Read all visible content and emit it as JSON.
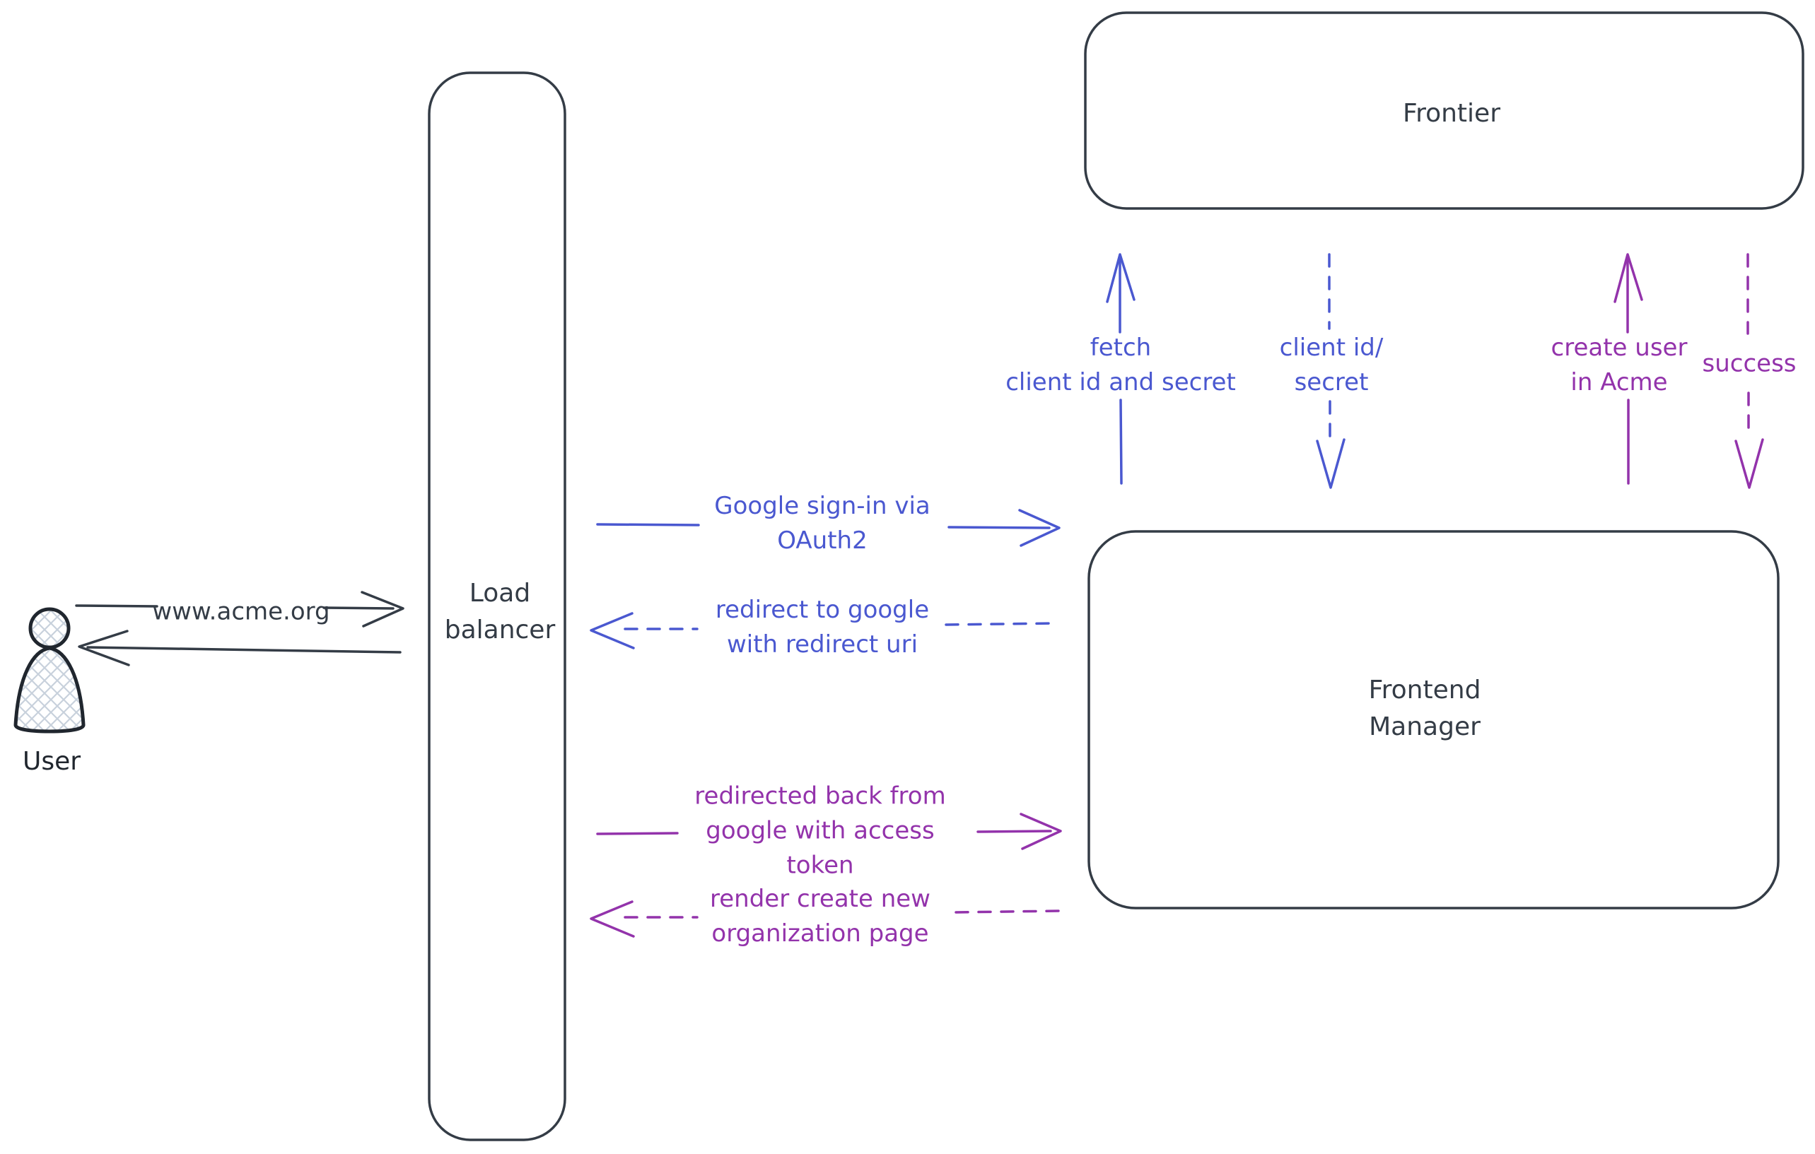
{
  "diagram_title": "",
  "colors": {
    "ink": "#343c46",
    "ink_strong": "#20262e",
    "blue": "#4a58d0",
    "purple": "#9333ab",
    "hatch": "#c8d1dc",
    "background": "#ffffff"
  },
  "nodes": {
    "user": {
      "label": "User",
      "shape": "person"
    },
    "load_balancer": {
      "label": "Load\nbalancer",
      "shape": "rounded-rect"
    },
    "frontier": {
      "label": "Frontier",
      "shape": "rounded-rect"
    },
    "frontend_manager": {
      "label": "Frontend\nManager",
      "shape": "rounded-rect"
    }
  },
  "edges": {
    "www_acme": {
      "label": "www.acme.org",
      "from": "user",
      "to": "load_balancer",
      "line": "solid",
      "color_key": "ink"
    },
    "response_to_user": {
      "label": "",
      "from": "load_balancer",
      "to": "user",
      "line": "solid",
      "color_key": "ink"
    },
    "google_signin": {
      "label": "Google sign-in via\nOAuth2",
      "from": "load_balancer",
      "to": "frontend_manager",
      "line": "solid",
      "color_key": "blue"
    },
    "redirect_to_google": {
      "label": "redirect to google\nwith redirect uri",
      "from": "frontend_manager",
      "to": "load_balancer",
      "line": "dashed",
      "color_key": "blue"
    },
    "redirected_back": {
      "label": "redirected back from\ngoogle with access\ntoken",
      "from": "load_balancer",
      "to": "frontend_manager",
      "line": "solid",
      "color_key": "purple"
    },
    "render_create_org": {
      "label": "render create new\norganization page",
      "from": "frontend_manager",
      "to": "load_balancer",
      "line": "dashed",
      "color_key": "purple"
    },
    "fetch_client_id": {
      "label": "fetch\nclient id and secret",
      "from": "frontend_manager",
      "to": "frontier",
      "line": "solid",
      "color_key": "blue"
    },
    "client_id_secret": {
      "label": "client id/\nsecret",
      "from": "frontier",
      "to": "frontend_manager",
      "line": "dashed",
      "color_key": "blue"
    },
    "create_user": {
      "label": "create user\nin Acme",
      "from": "frontend_manager",
      "to": "frontier",
      "line": "solid",
      "color_key": "purple"
    },
    "success": {
      "label": "success",
      "from": "frontier",
      "to": "frontend_manager",
      "line": "dashed",
      "color_key": "purple"
    }
  }
}
